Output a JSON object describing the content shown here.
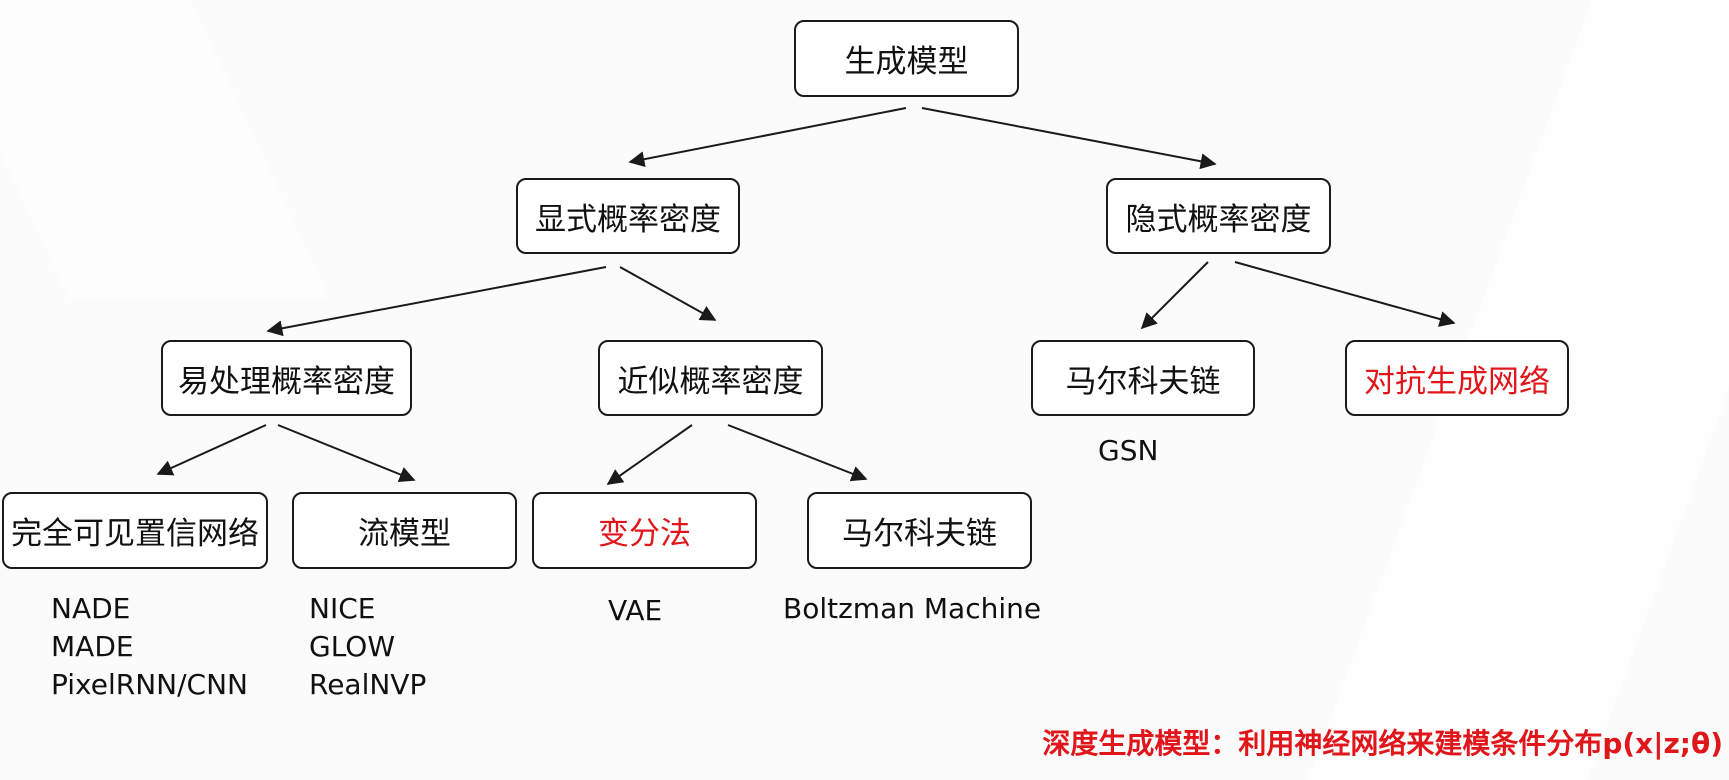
{
  "nodes": {
    "root": "生成模型",
    "explicit": "显式概率密度",
    "implicit": "隐式概率密度",
    "tractable": "易处理概率密度",
    "approx": "近似概率密度",
    "implicit_markov": "马尔科夫链",
    "gan": "对抗生成网络",
    "fvbn": "完全可见置信网络",
    "flow": "流模型",
    "variational": "变分法",
    "approx_markov": "马尔科夫链"
  },
  "examples": {
    "fvbn": [
      "NADE",
      "MADE",
      "PixelRNN/CNN"
    ],
    "flow": [
      "NICE",
      "GLOW",
      "RealNVP"
    ],
    "variational": [
      "VAE"
    ],
    "approx_markov": [
      "Boltzman Machine"
    ],
    "implicit_markov": [
      "GSN"
    ]
  },
  "caption": "深度生成模型：利用神经网络来建模条件分布p(x|z;θ)",
  "colors": {
    "highlight": "#e0161b",
    "stroke": "#1a1a1a"
  }
}
